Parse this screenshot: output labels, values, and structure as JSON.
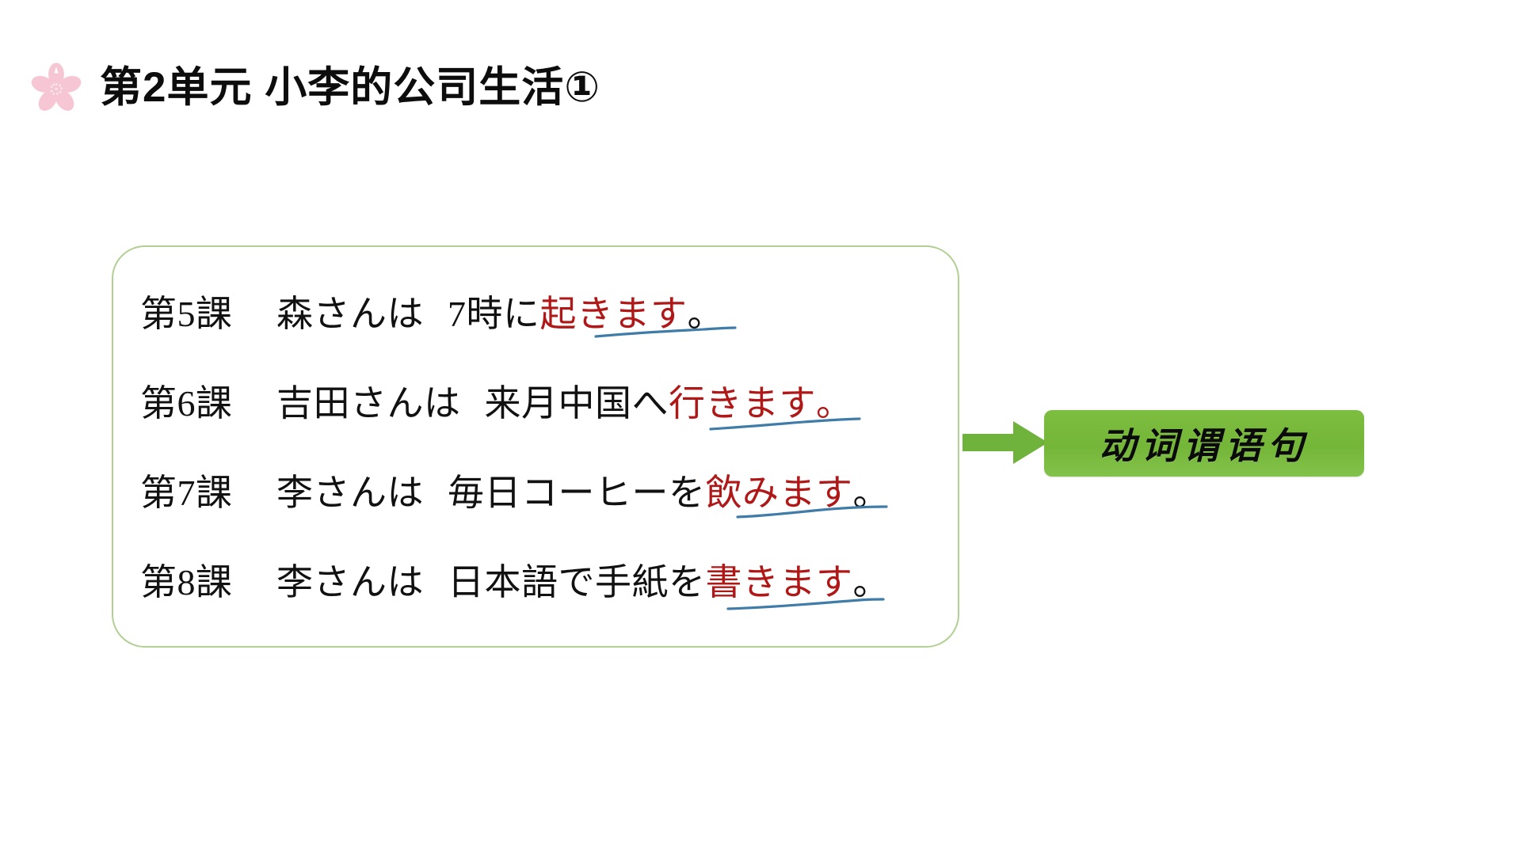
{
  "colors": {
    "title_text": "#0d0d0d",
    "sakura_pink": "#f6c3d2",
    "panel_border": "#b2cf94",
    "verb_red": "#b01818",
    "underline_blue": "#3f7ca8",
    "callout_green": "#76b73a",
    "arrow_green": "#6fb23c",
    "body_text": "#111111"
  },
  "header": {
    "icon": "sakura-flower-icon",
    "title": "第2单元 小李的公司生活①"
  },
  "panel": {
    "sentences": [
      {
        "lesson": "第5課",
        "subject": "森さんは",
        "middle": "7時に",
        "verb": "起きます",
        "period": "。",
        "period_red": false,
        "underlined": true
      },
      {
        "lesson": "第6課",
        "subject": "吉田さんは",
        "middle": "来月中国へ",
        "verb": "行きます",
        "period": "。",
        "period_red": true,
        "underlined": true
      },
      {
        "lesson": "第7課",
        "subject": "李さんは",
        "middle": "毎日コーヒーを",
        "verb": "飲みます",
        "period": "。",
        "period_red": false,
        "underlined": true
      },
      {
        "lesson": "第8課",
        "subject": "李さんは",
        "middle": "日本語で手紙を",
        "verb": "書きます",
        "period": "。",
        "period_red": false,
        "underlined": true
      }
    ]
  },
  "callout": {
    "arrow": "right-arrow-icon",
    "label": "动词谓语句"
  }
}
